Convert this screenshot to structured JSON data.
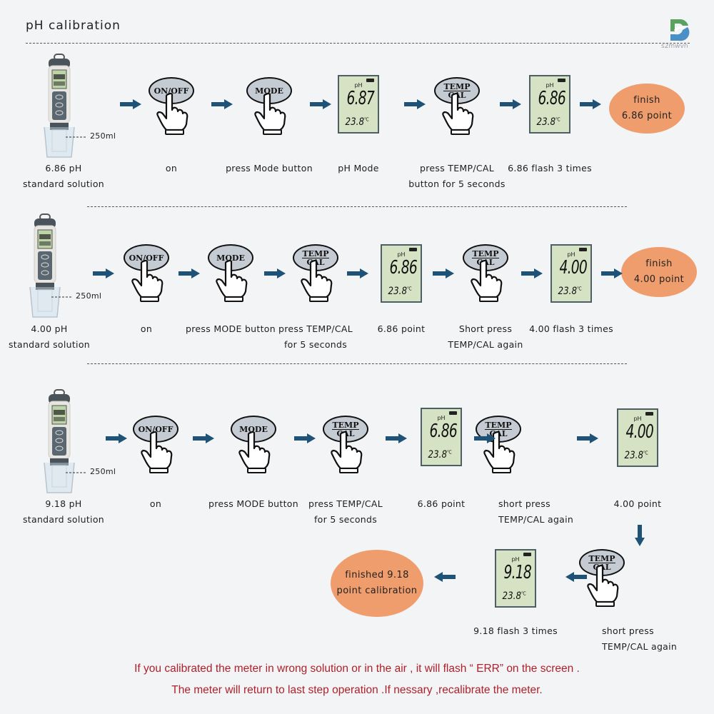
{
  "title": "pH calibration",
  "watermark": {
    "icon": "s2mwvn-logo-icon",
    "text": "s2mwvn"
  },
  "colors": {
    "arrow": "#1e5276",
    "finish_bubble": "#ef9d6c",
    "lcd_bg": "#d6e2c4",
    "note_text": "#b0202a",
    "button_oval": "#c5cbd3"
  },
  "rows": [
    {
      "solution": {
        "line1": "6.86  pH",
        "line2": "standard solution",
        "volume": "250ml"
      },
      "steps": [
        {
          "type": "button",
          "button": [
            "ON/OFF"
          ],
          "caption": [
            "on"
          ]
        },
        {
          "type": "button",
          "button": [
            "MODE"
          ],
          "caption": [
            "press Mode button"
          ]
        },
        {
          "type": "lcd",
          "ph_label": "pH",
          "value": "6.87",
          "temp": "23.8",
          "unit": "℃",
          "caption": [
            "pH Mode"
          ]
        },
        {
          "type": "button",
          "button": [
            "TEMP",
            "CAL"
          ],
          "caption": [
            "press TEMP/CAL",
            "button for 5 seconds"
          ]
        },
        {
          "type": "lcd",
          "ph_label": "pH",
          "value": "6.86",
          "temp": "23.8",
          "unit": "℃",
          "caption": [
            "6.86 flash 3 times"
          ]
        },
        {
          "type": "finish",
          "text": [
            "finish",
            "6.86 point"
          ]
        }
      ]
    },
    {
      "solution": {
        "line1": "4.00 pH",
        "line2": "standard solution",
        "volume": "250ml"
      },
      "steps": [
        {
          "type": "button",
          "button": [
            "ON/OFF"
          ],
          "caption": [
            "on"
          ]
        },
        {
          "type": "button",
          "button": [
            "MODE"
          ],
          "caption": [
            "press MODE button"
          ]
        },
        {
          "type": "button",
          "button": [
            "TEMP",
            "CAL"
          ],
          "caption": [
            "press TEMP/CAL",
            "for 5 seconds"
          ]
        },
        {
          "type": "lcd",
          "ph_label": "pH",
          "value": "6.86",
          "temp": "23.8",
          "unit": "℃",
          "caption": [
            "6.86 point"
          ]
        },
        {
          "type": "button",
          "button": [
            "TEMP",
            "CAL"
          ],
          "caption": [
            "Short press",
            "TEMP/CAL again"
          ]
        },
        {
          "type": "lcd",
          "ph_label": "pH",
          "value": "4.00",
          "temp": "23.8",
          "unit": "℃",
          "caption": [
            "4.00 flash 3 times"
          ]
        },
        {
          "type": "finish",
          "text": [
            "finish",
            "4.00 point"
          ]
        }
      ]
    },
    {
      "solution": {
        "line1": "9.18 pH",
        "line2": "standard solution",
        "volume": "250ml"
      },
      "steps": [
        {
          "type": "button",
          "button": [
            "ON/OFF"
          ],
          "caption": [
            "on"
          ]
        },
        {
          "type": "button",
          "button": [
            "MODE"
          ],
          "caption": [
            "press MODE button"
          ]
        },
        {
          "type": "button",
          "button": [
            "TEMP",
            "CAL"
          ],
          "caption": [
            "press TEMP/CAL",
            "for 5 seconds"
          ]
        },
        {
          "type": "lcd",
          "ph_label": "pH",
          "value": "6.86",
          "temp": "23.8",
          "unit": "℃",
          "caption": [
            "6.86 point"
          ]
        },
        {
          "type": "button",
          "button": [
            "TEMP",
            "CAL"
          ],
          "caption": [
            "short press",
            "TEMP/CAL again"
          ]
        },
        {
          "type": "lcd",
          "ph_label": "pH",
          "value": "4.00",
          "temp": "23.8",
          "unit": "℃",
          "caption": [
            "4.00 point"
          ]
        },
        {
          "type": "button",
          "button": [
            "TEMP",
            "CAL"
          ],
          "caption": [
            "short press",
            "TEMP/CAL again"
          ]
        },
        {
          "type": "lcd",
          "ph_label": "pH",
          "value": "9.18",
          "temp": "23.8",
          "unit": "℃",
          "caption": [
            "9.18 flash 3 times"
          ]
        },
        {
          "type": "finish",
          "text": [
            "finished 9.18",
            "point calibration"
          ]
        }
      ]
    }
  ],
  "notes": [
    "If you calibrated the meter in wrong solution or in the air , it will flash “ ERR” on the screen .",
    "The meter will return to last step operation .If nessary ,recalibrate the meter."
  ]
}
